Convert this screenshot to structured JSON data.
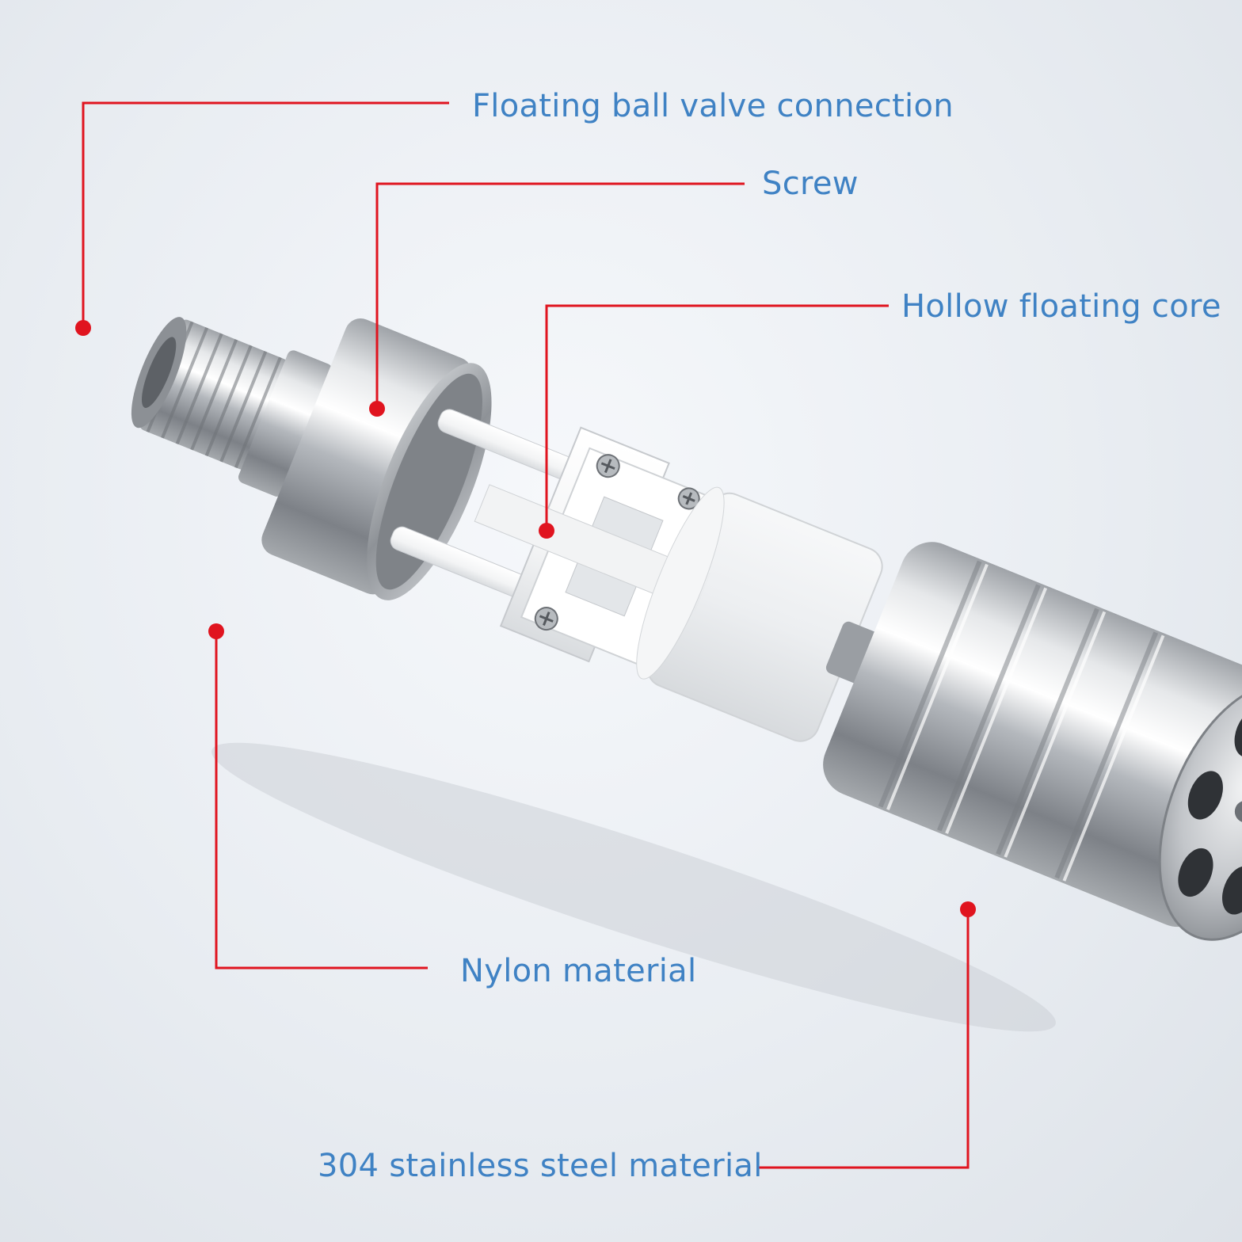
{
  "labels": {
    "ball_valve_connection": "Floating ball valve connection",
    "screw": "Screw",
    "hollow_core": "Hollow floating core",
    "nylon": "Nylon material",
    "stainless": "304 stainless steel material"
  },
  "colors": {
    "label_text": "#3f82c4",
    "leader_line": "#e0141f",
    "background": "#e9edf2"
  }
}
